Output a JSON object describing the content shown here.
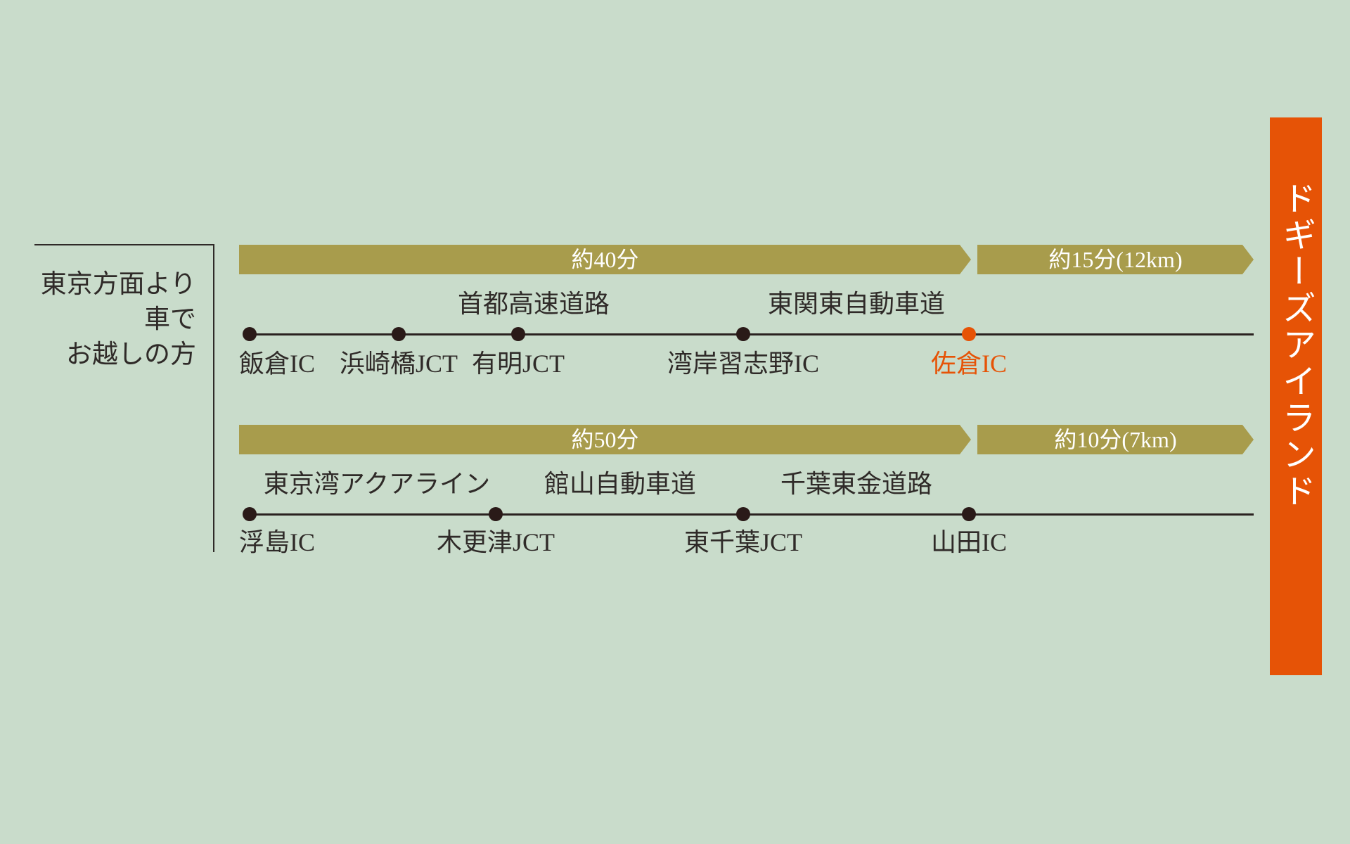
{
  "intro": {
    "line1": "東京方面より",
    "line2": "車で",
    "line3": "お越しの方"
  },
  "destination": "ドギーズアイランド",
  "colors": {
    "background": "#c9dccb",
    "bar": "#a89c4c",
    "accent": "#e65306",
    "line": "#2a2220"
  },
  "route1": {
    "time_main": "約40分",
    "time_last": "約15分(12km)",
    "roads": [
      "首都高速道路",
      "東関東自動車道"
    ],
    "stops": [
      {
        "label": "飯倉IC"
      },
      {
        "label": "浜崎橋JCT"
      },
      {
        "label": "有明JCT"
      },
      {
        "label": "湾岸習志野IC"
      },
      {
        "label": "佐倉IC",
        "highlight": true
      }
    ]
  },
  "route2": {
    "time_main": "約50分",
    "time_last": "約10分(7km)",
    "roads": [
      "東京湾アクアライン",
      "館山自動車道",
      "千葉東金道路"
    ],
    "stops": [
      {
        "label": "浮島IC"
      },
      {
        "label": "木更津JCT"
      },
      {
        "label": "東千葉JCT"
      },
      {
        "label": "山田IC"
      }
    ]
  }
}
